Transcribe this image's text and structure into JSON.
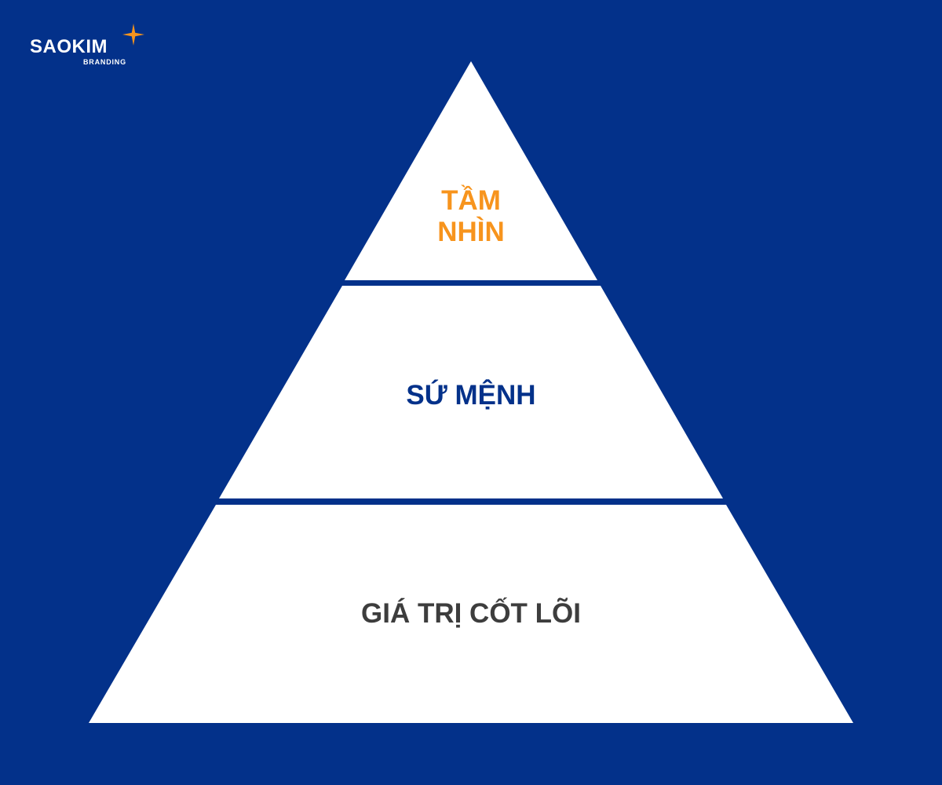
{
  "logo": {
    "brand_name": "SAOKIM",
    "sub_label": "BRANDING"
  },
  "pyramid": {
    "tiers": [
      {
        "label": "TẦM\nNHÌN",
        "color": "#f7941d"
      },
      {
        "label": "SỨ MỆNH",
        "color": "#03318a"
      },
      {
        "label": "GIÁ TRỊ CỐT LÕI",
        "color": "#3d3d3d"
      }
    ]
  },
  "colors": {
    "background": "#03318a",
    "tier_fill": "#ffffff",
    "logo_star": "#f7941d"
  }
}
